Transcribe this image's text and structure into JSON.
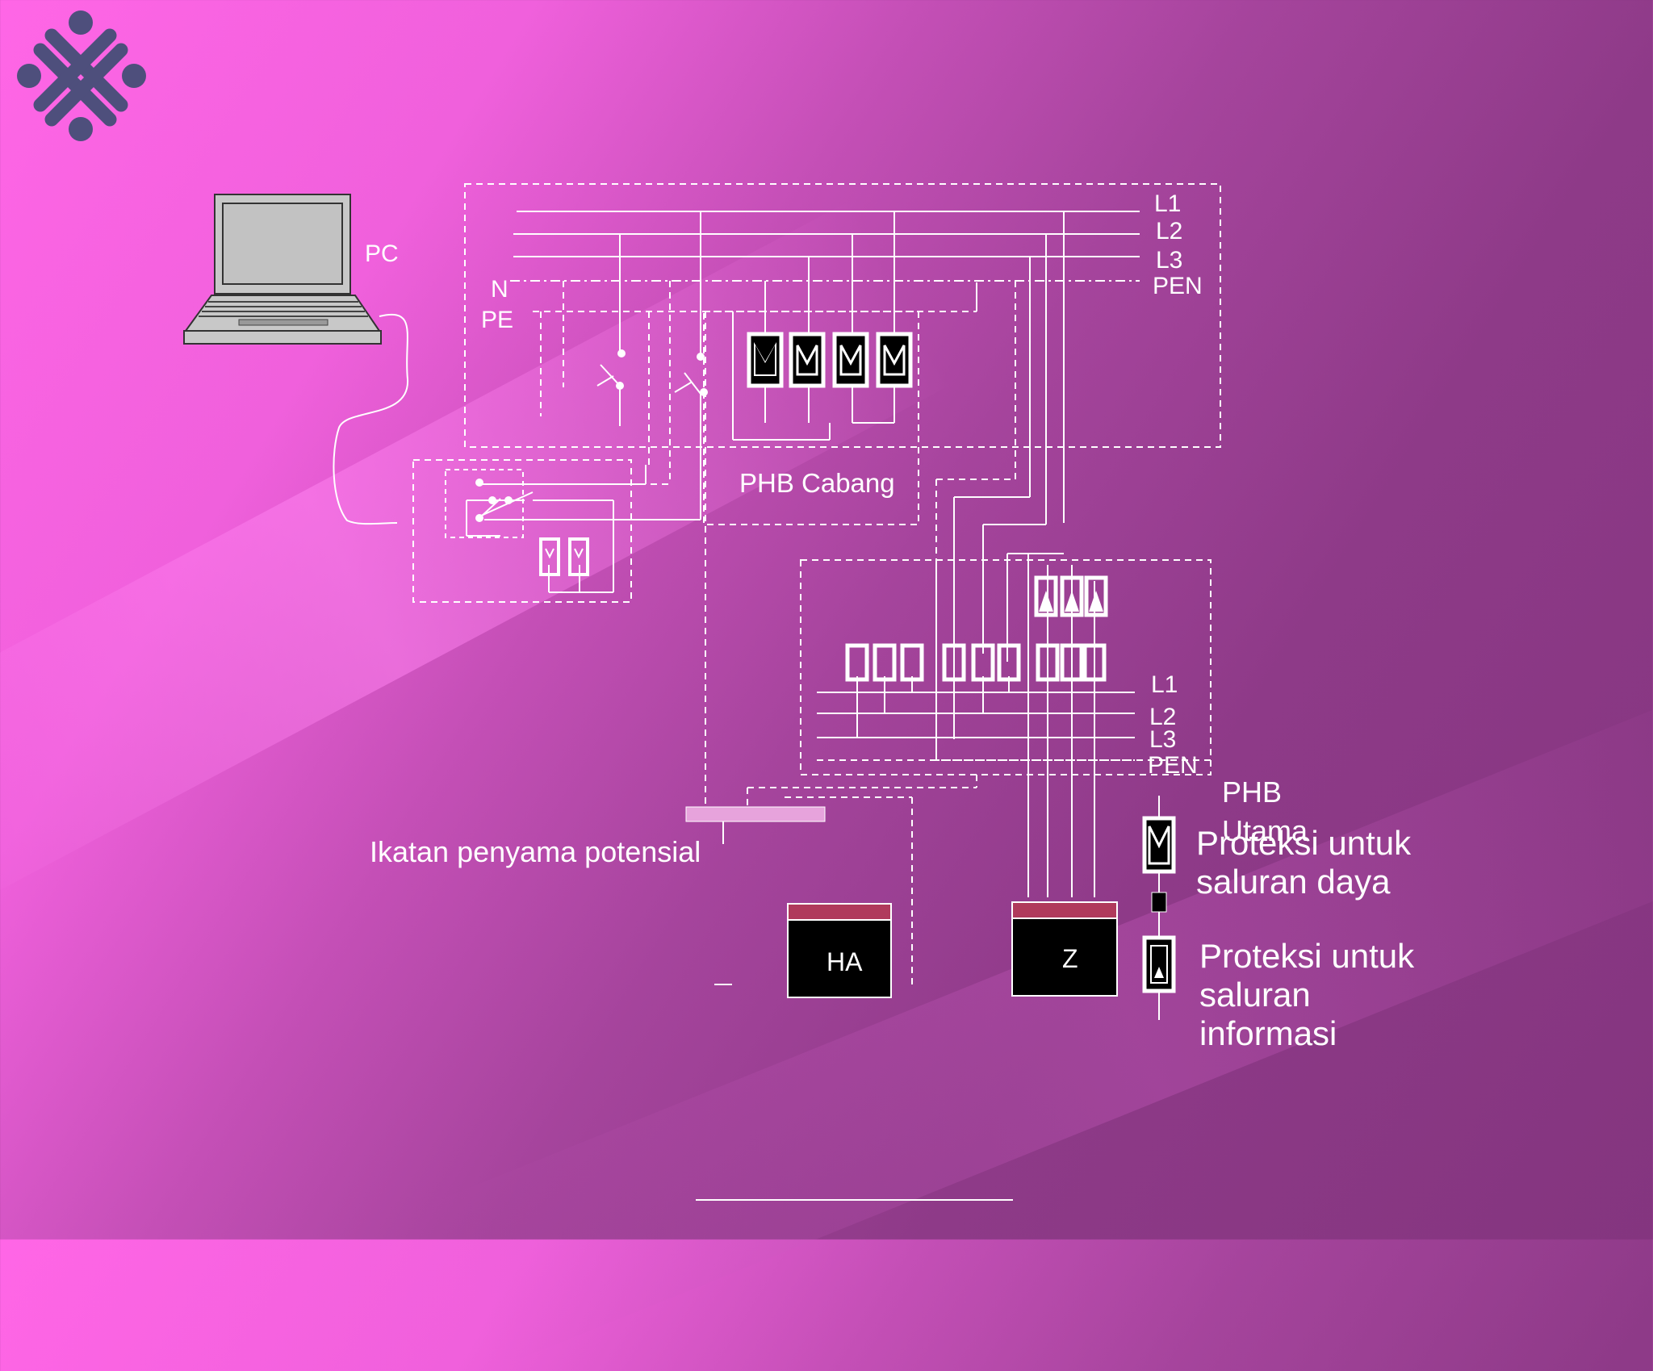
{
  "labels": {
    "pc": "PC",
    "n": "N",
    "pe": "PE",
    "phb_cabang": "PHB Cabang",
    "top_l1": "L1",
    "top_l2": "L2",
    "top_l3": "L3",
    "top_pen": "PEN",
    "bot_l1": "L1",
    "bot_l2": "L2",
    "bot_l3": "L3",
    "bot_pen": "PEN",
    "phb_utama_1": "PHB",
    "phb_utama_2": "Utama",
    "ikatan": "Ikatan penyama potensial",
    "ha": "HA",
    "z": "Z",
    "proteksi_daya": [
      "Proteksi untuk",
      "saluran daya"
    ],
    "proteksi_informasi": [
      "Proteksi untuk",
      "saluran",
      "informasi"
    ]
  },
  "colors": {
    "logo": "#4e4f7c",
    "line": "#ffffff",
    "box_fill": "#000000",
    "box_top": "#b03a5c",
    "bonding_bar": "#e7a3dc",
    "laptop_body": "#c8c8c8"
  },
  "icons": [
    "logo-icon",
    "laptop-icon",
    "surge-arrester-icon",
    "switch-icon"
  ]
}
